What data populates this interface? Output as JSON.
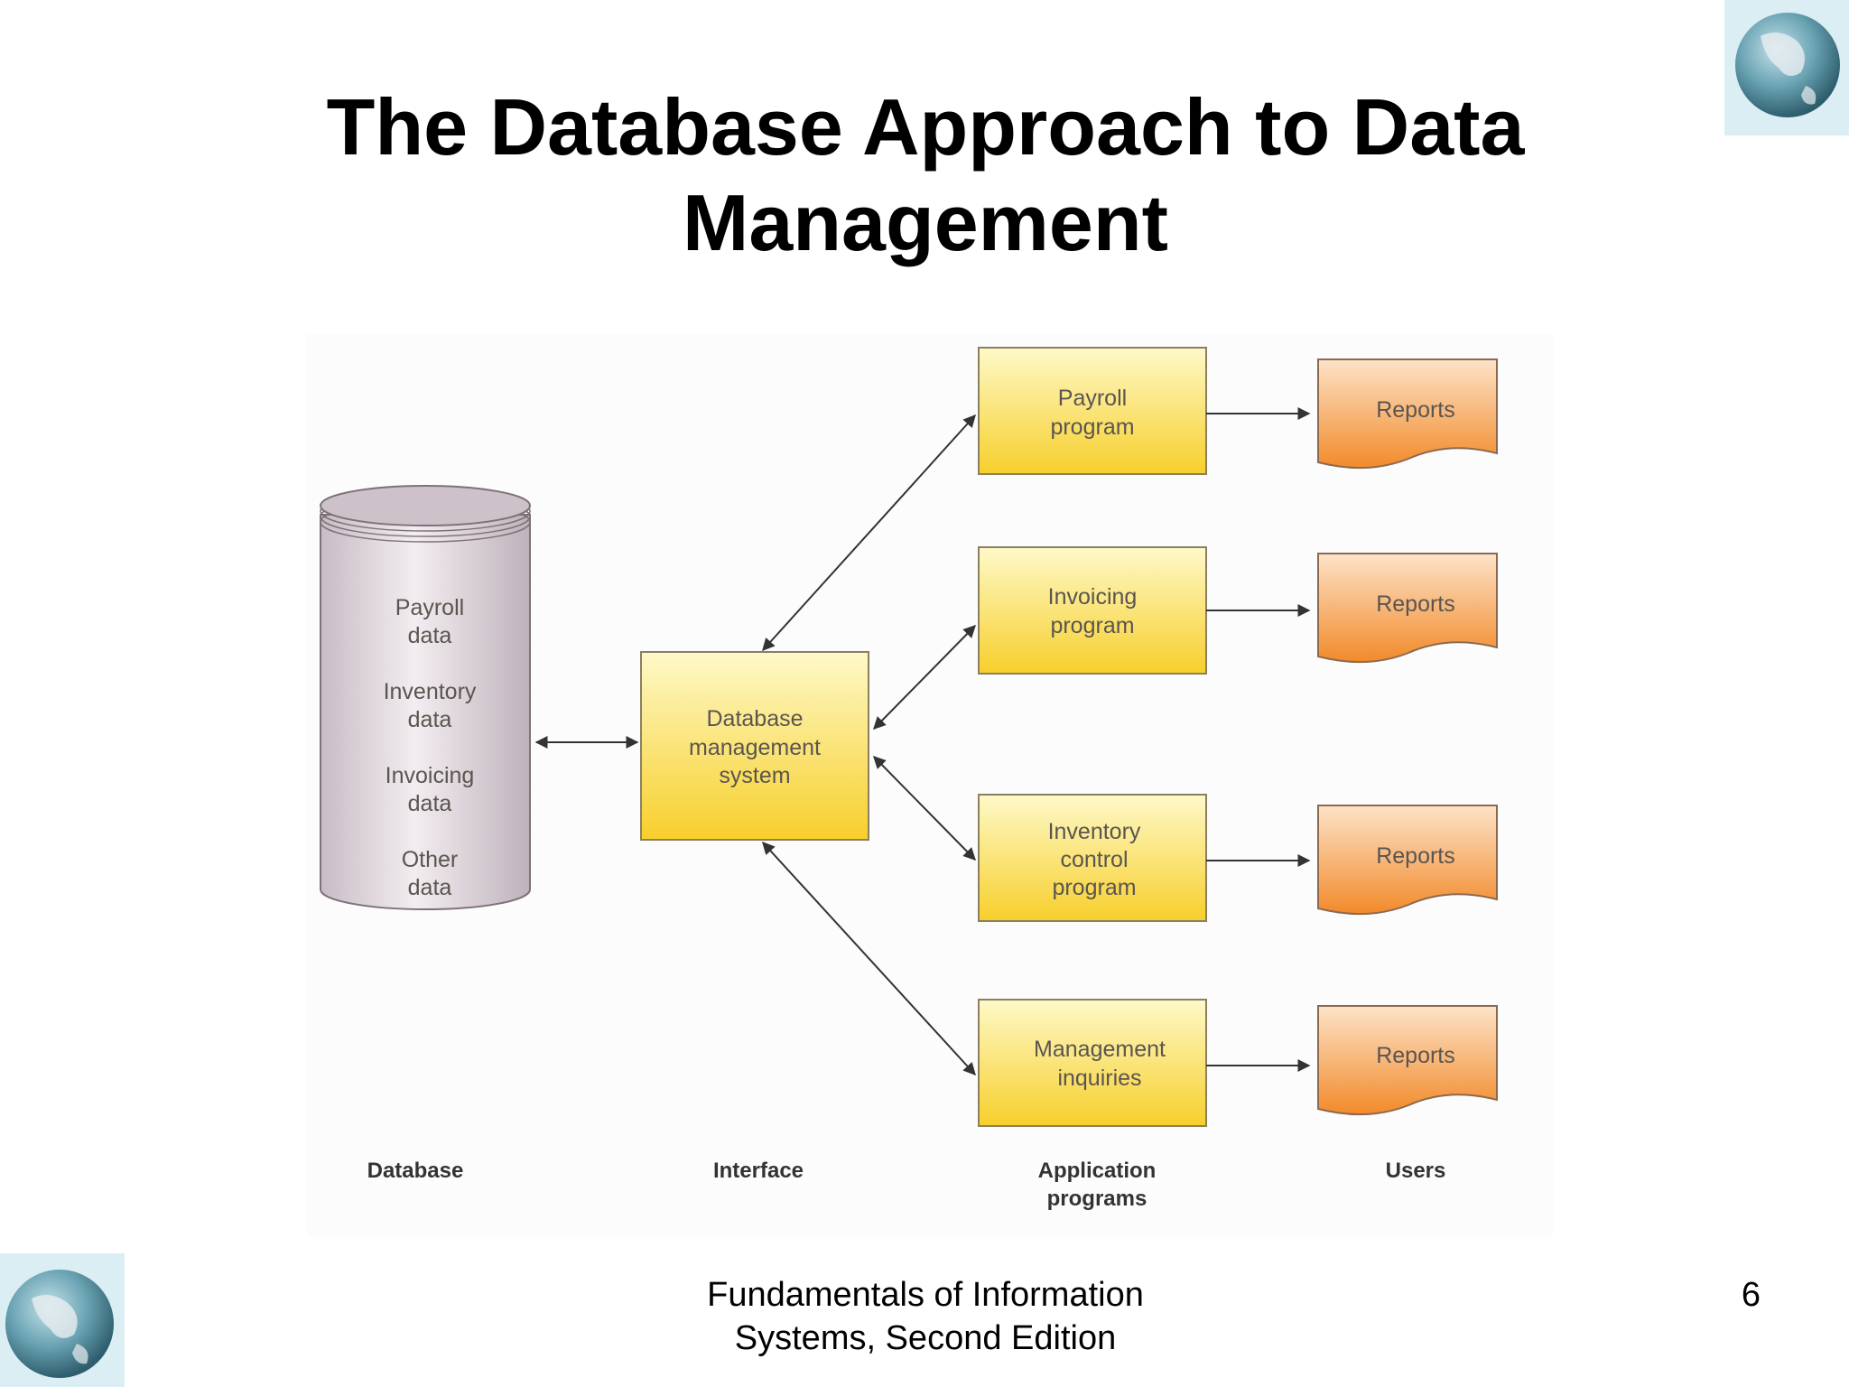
{
  "slide": {
    "title_line1": "The Database Approach to Data",
    "title_line2": "Management",
    "footer_line1": "Fundamentals of Information",
    "footer_line2": "Systems, Second Edition",
    "page_number": "6"
  },
  "diagram": {
    "database": {
      "items": [
        {
          "line1": "Payroll",
          "line2": "data"
        },
        {
          "line1": "Inventory",
          "line2": "data"
        },
        {
          "line1": "Invoicing",
          "line2": "data"
        },
        {
          "line1": "Other",
          "line2": "data"
        }
      ]
    },
    "dbms": {
      "line1": "Database",
      "line2": "management",
      "line3": "system"
    },
    "programs": [
      {
        "line1": "Payroll",
        "line2": "program",
        "line3": ""
      },
      {
        "line1": "Invoicing",
        "line2": "program",
        "line3": ""
      },
      {
        "line1": "Inventory",
        "line2": "control",
        "line3": "program"
      },
      {
        "line1": "Management",
        "line2": "inquiries",
        "line3": ""
      }
    ],
    "reports": [
      "Reports",
      "Reports",
      "Reports",
      "Reports"
    ],
    "column_labels": {
      "database": "Database",
      "interface": "Interface",
      "application_line1": "Application",
      "application_line2": "programs",
      "users": "Users"
    }
  },
  "colors": {
    "program_fill_top": "#fef9c8",
    "program_fill_bottom": "#f7cf2c",
    "report_fill_top": "#fde3c8",
    "report_fill_bottom": "#f28a2a",
    "cylinder_fill": "#d9cfd6",
    "diagram_text": "#5a5550"
  },
  "icons": [
    "globe-icon"
  ]
}
